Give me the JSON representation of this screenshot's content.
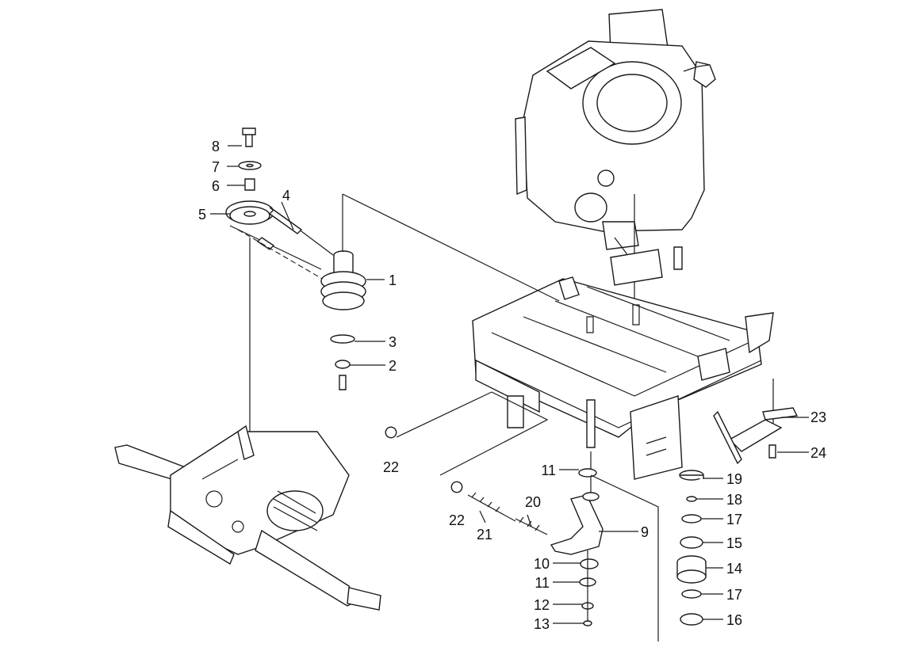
{
  "callouts": [
    {
      "id": "c8",
      "text": "8"
    },
    {
      "id": "c7",
      "text": "7"
    },
    {
      "id": "c6",
      "text": "6"
    },
    {
      "id": "c4",
      "text": "4"
    },
    {
      "id": "c5",
      "text": "5"
    },
    {
      "id": "c1",
      "text": "1"
    },
    {
      "id": "c3",
      "text": "3"
    },
    {
      "id": "c2",
      "text": "2"
    },
    {
      "id": "c22a",
      "text": "22"
    },
    {
      "id": "c11a",
      "text": "11"
    },
    {
      "id": "c22b",
      "text": "22"
    },
    {
      "id": "c21",
      "text": "21"
    },
    {
      "id": "c20",
      "text": "20"
    },
    {
      "id": "c9",
      "text": "9"
    },
    {
      "id": "c10",
      "text": "10"
    },
    {
      "id": "c11b",
      "text": "11"
    },
    {
      "id": "c12",
      "text": "12"
    },
    {
      "id": "c13",
      "text": "13"
    },
    {
      "id": "c23",
      "text": "23"
    },
    {
      "id": "c24",
      "text": "24"
    },
    {
      "id": "c19",
      "text": "19"
    },
    {
      "id": "c18",
      "text": "18"
    },
    {
      "id": "c17a",
      "text": "17"
    },
    {
      "id": "c15",
      "text": "15"
    },
    {
      "id": "c14",
      "text": "14"
    },
    {
      "id": "c17b",
      "text": "17"
    },
    {
      "id": "c16",
      "text": "16"
    }
  ]
}
